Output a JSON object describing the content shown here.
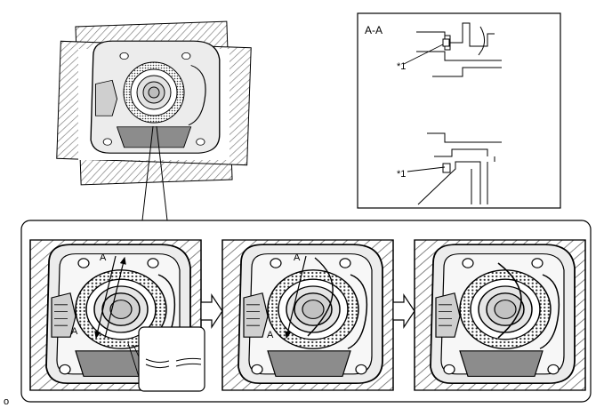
{
  "section_view": {
    "title": "A-A",
    "callout_top": "*1",
    "callout_bottom": "*1"
  },
  "steps": [
    {
      "start_label": "A",
      "end_label": "A"
    },
    {
      "start_label": "A",
      "end_label": "A"
    },
    {}
  ],
  "caption": "o",
  "colors": {
    "line": "#000000",
    "hatch": "#7a7a7a",
    "plate": "#e3e3e3",
    "gasket": "#6a6a6a",
    "shade": "#8c8c8c"
  }
}
